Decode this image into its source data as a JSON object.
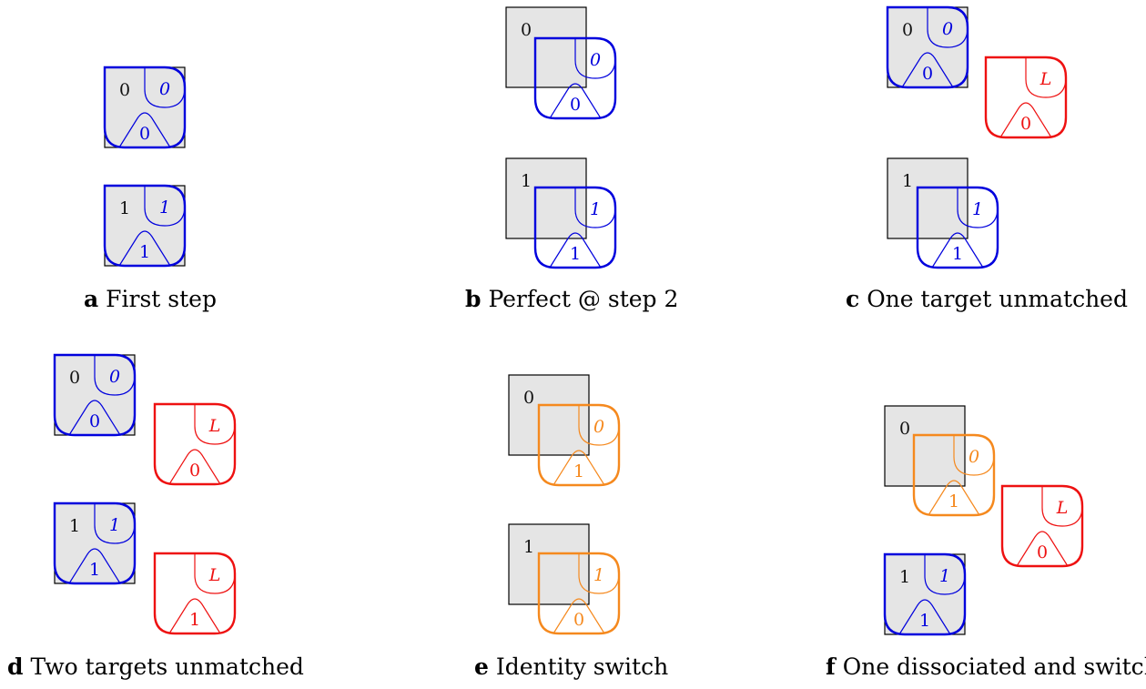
{
  "colors": {
    "ground_truth_fill": "#e5e5e5",
    "ground_truth_stroke": "#000000",
    "matched": "#0000dd",
    "unmatched": "#ee1111",
    "switched": "#f5891e"
  },
  "panels": [
    {
      "id": "a",
      "caption_letter": "a",
      "caption_text": "First step",
      "ground_truths": [
        {
          "label": "0"
        },
        {
          "label": "1"
        }
      ],
      "hypotheses": [
        {
          "status": "matched",
          "assigned_id": "0",
          "gt_id": "0"
        },
        {
          "status": "matched",
          "assigned_id": "1",
          "gt_id": "1"
        }
      ]
    },
    {
      "id": "b",
      "caption_letter": "b",
      "caption_text": "Perfect @ step 2",
      "ground_truths": [
        {
          "label": "0"
        },
        {
          "label": "1"
        }
      ],
      "hypotheses": [
        {
          "status": "matched",
          "assigned_id": "0",
          "gt_id": "0"
        },
        {
          "status": "matched",
          "assigned_id": "1",
          "gt_id": "1"
        }
      ]
    },
    {
      "id": "c",
      "caption_letter": "c",
      "caption_text": "One target unmatched",
      "ground_truths": [
        {
          "label": "0"
        },
        {
          "label": "1"
        }
      ],
      "hypotheses": [
        {
          "status": "matched",
          "assigned_id": "0",
          "gt_id": "0"
        },
        {
          "status": "unmatched",
          "assigned_id": "L",
          "gt_id": "0"
        },
        {
          "status": "matched",
          "assigned_id": "1",
          "gt_id": "1"
        }
      ]
    },
    {
      "id": "d",
      "caption_letter": "d",
      "caption_text": "Two targets unmatched",
      "ground_truths": [
        {
          "label": "0"
        },
        {
          "label": "1"
        }
      ],
      "hypotheses": [
        {
          "status": "matched",
          "assigned_id": "0",
          "gt_id": "0"
        },
        {
          "status": "unmatched",
          "assigned_id": "L",
          "gt_id": "0"
        },
        {
          "status": "matched",
          "assigned_id": "1",
          "gt_id": "1"
        },
        {
          "status": "unmatched",
          "assigned_id": "L",
          "gt_id": "1"
        }
      ]
    },
    {
      "id": "e",
      "caption_letter": "e",
      "caption_text": "Identity switch",
      "ground_truths": [
        {
          "label": "0"
        },
        {
          "label": "1"
        }
      ],
      "hypotheses": [
        {
          "status": "switched",
          "assigned_id": "0",
          "gt_id": "1"
        },
        {
          "status": "switched",
          "assigned_id": "1",
          "gt_id": "0"
        }
      ]
    },
    {
      "id": "f",
      "caption_letter": "f",
      "caption_text": "One dissociated and switch",
      "ground_truths": [
        {
          "label": "0"
        },
        {
          "label": "1"
        }
      ],
      "hypotheses": [
        {
          "status": "switched",
          "assigned_id": "0",
          "gt_id": "1"
        },
        {
          "status": "unmatched",
          "assigned_id": "L",
          "gt_id": "0"
        },
        {
          "status": "matched",
          "assigned_id": "1",
          "gt_id": "1"
        }
      ]
    }
  ]
}
